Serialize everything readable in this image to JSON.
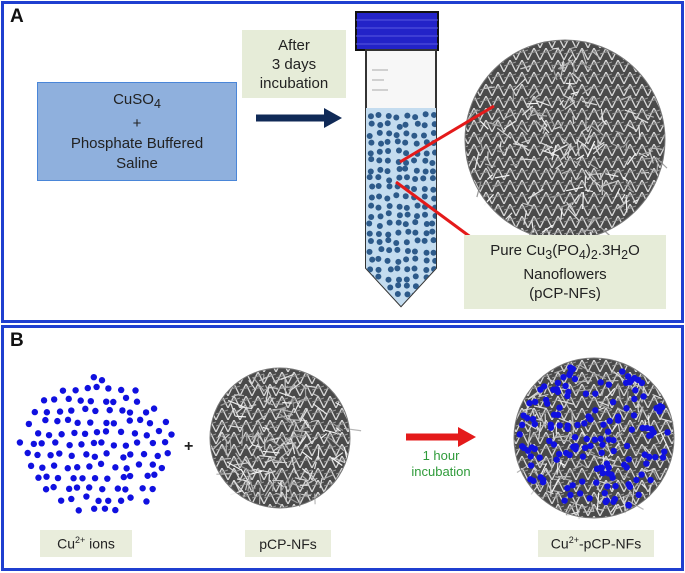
{
  "panel_a": {
    "letter": "A",
    "reagent_formula": "CuSO",
    "reagent_sub": "4",
    "reagent_plus": "+",
    "reagent_line2": "Phosphate Buffered",
    "reagent_line3": "Saline",
    "step_line1": "After",
    "step_line2": "3 days",
    "step_line3": "incubation",
    "product_prefix": "Pure Cu",
    "product_sub1": "3",
    "product_mid": "(PO",
    "product_sub2": "4",
    "product_close": ")",
    "product_sub3": "2",
    "product_suffix": ".3H",
    "product_sub4": "2",
    "product_end": "O",
    "product_line2": "Nanoflowers",
    "product_line3": "(pCP-NFs)"
  },
  "panel_b": {
    "letter": "B",
    "ions_base": "Cu",
    "ions_sup": "2+",
    "ions_rest": " ions",
    "plus": "+",
    "nf_label": "pCP-NFs",
    "step_line1": "1 hour",
    "step_line2": "incubation",
    "product_base": "Cu",
    "product_sup": "2+",
    "product_rest": "-pCP-NFs"
  },
  "colors": {
    "panel_border": "#1f3fd0",
    "reagent_fill": "#8fb0dd",
    "label_fill": "#e6ecd8",
    "dark_arrow": "#102a57",
    "red_arrow": "#e41a1a",
    "ion_dot": "#1010e0",
    "tube_particle": "#2d5a8a",
    "cap": "#2323c8"
  }
}
